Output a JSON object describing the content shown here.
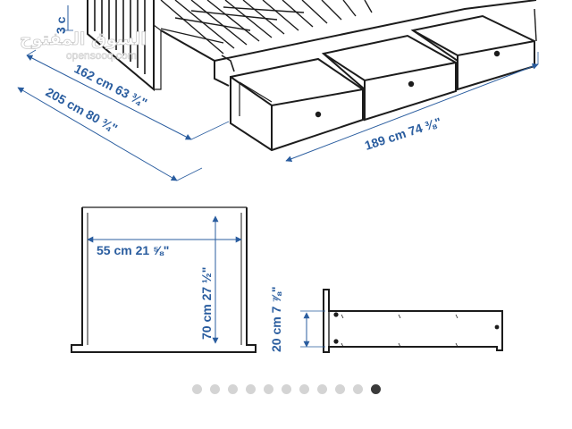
{
  "watermark": {
    "arabic": "السوق المفتوح",
    "latin": "opensooq.com"
  },
  "dimensions": {
    "top_cut": "3 c",
    "length_a": "162 cm 63 ¾\"",
    "length_b": "205 cm 80 ¾\"",
    "width": "189 cm 74 ⅜\"",
    "drawer_width": "55 cm 21 ⅝\"",
    "drawer_depth": "70 cm 27 ½\"",
    "drawer_height": "20 cm 7 ⅞\""
  },
  "carousel": {
    "count": 11,
    "active_index": 10
  }
}
